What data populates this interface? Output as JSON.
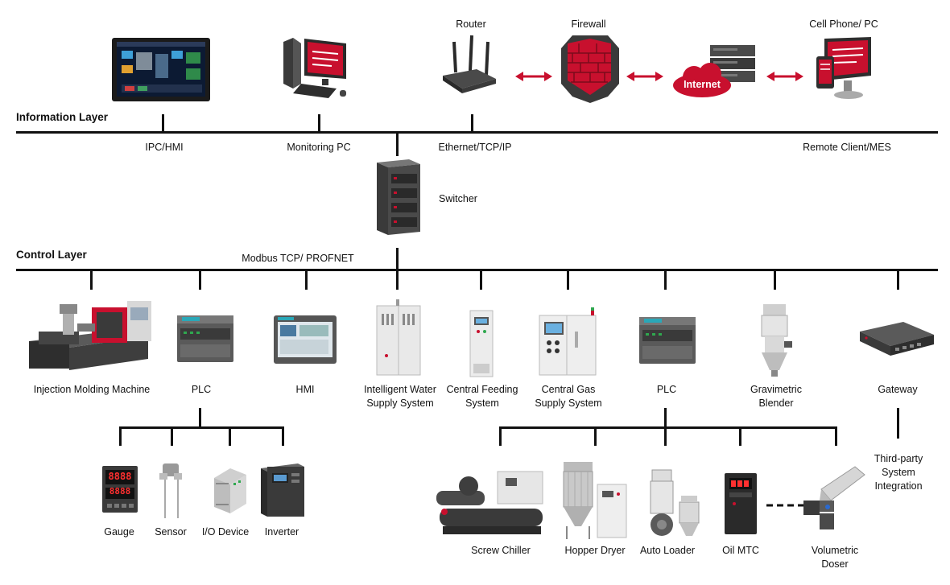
{
  "information_layer": {
    "title": "Information Layer",
    "labels": {
      "ipc": "IPC/HMI",
      "monitoring": "Monitoring PC",
      "ethernet": "Ethernet/TCP/IP",
      "remote": "Remote Client/MES"
    },
    "devices": {
      "router": "Router",
      "firewall": "Firewall",
      "internet": "Internet",
      "cellphone": "Cell Phone/ PC"
    }
  },
  "switcher": "Switcher",
  "control_layer": {
    "title": "Control Layer",
    "protocol": "Modbus TCP/ PROFNET",
    "devices": {
      "injection": "Injection Molding Machine",
      "plc1": "PLC",
      "hmi": "HMI",
      "water_l1": "Intelligent Water",
      "water_l2": "Supply System",
      "feeding_l1": "Central Feeding",
      "feeding_l2": "System",
      "gas_l1": "Central Gas",
      "gas_l2": "Supply System",
      "plc2": "PLC",
      "blender_l1": "Gravimetric",
      "blender_l2": "Blender",
      "gateway": "Gateway"
    }
  },
  "plc1_children": {
    "gauge": "Gauge",
    "sensor": "Sensor",
    "io": "I/O Device",
    "inverter": "Inverter"
  },
  "plc2_children": {
    "chiller": "Screw Chiller",
    "dryer": "Hopper Dryer",
    "loader": "Auto Loader",
    "mtc": "Oil MTC",
    "doser_l1": "Volumetric",
    "doser_l2": "Doser"
  },
  "third_party": {
    "l1": "Third-party",
    "l2": "System",
    "l3": "Integration"
  },
  "gauge_display": "8888",
  "colors": {
    "line": "#111111",
    "accent_red": "#c8102e",
    "device_gray": "#5a5a5a"
  }
}
